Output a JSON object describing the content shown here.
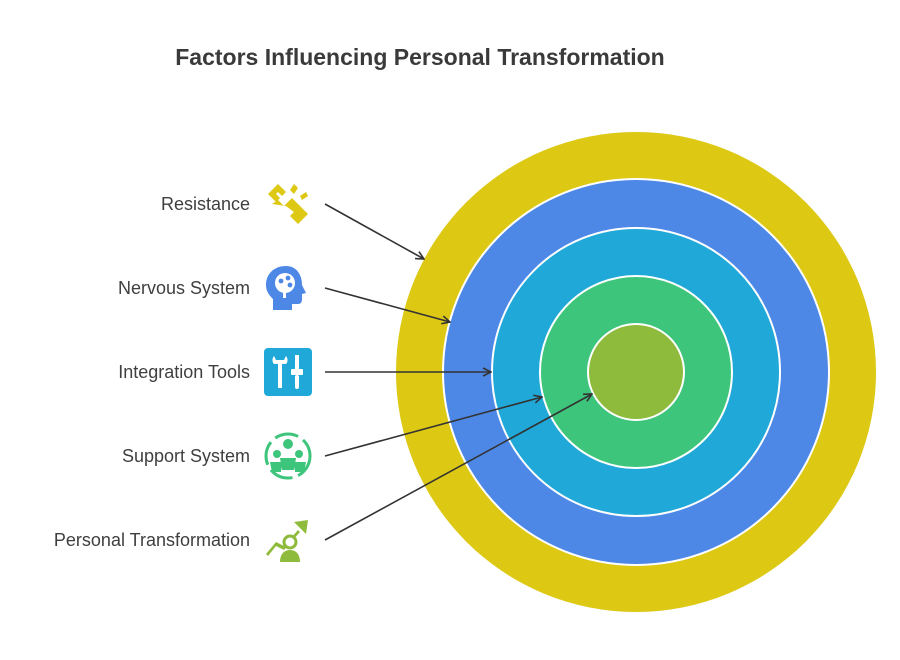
{
  "title": "Factors Influencing Personal Transformation",
  "layers": [
    {
      "label": "Resistance",
      "icon": "broken-link-icon",
      "color": "#ddc813"
    },
    {
      "label": "Nervous System",
      "icon": "head-brain-icon",
      "color": "#4d88e6"
    },
    {
      "label": "Integration Tools",
      "icon": "tools-icon",
      "color": "#1fa8d8"
    },
    {
      "label": "Support System",
      "icon": "group-support-icon",
      "color": "#3dc57c"
    },
    {
      "label": "Personal Transformation",
      "icon": "growth-person-icon",
      "color": "#8fbb3c"
    }
  ]
}
